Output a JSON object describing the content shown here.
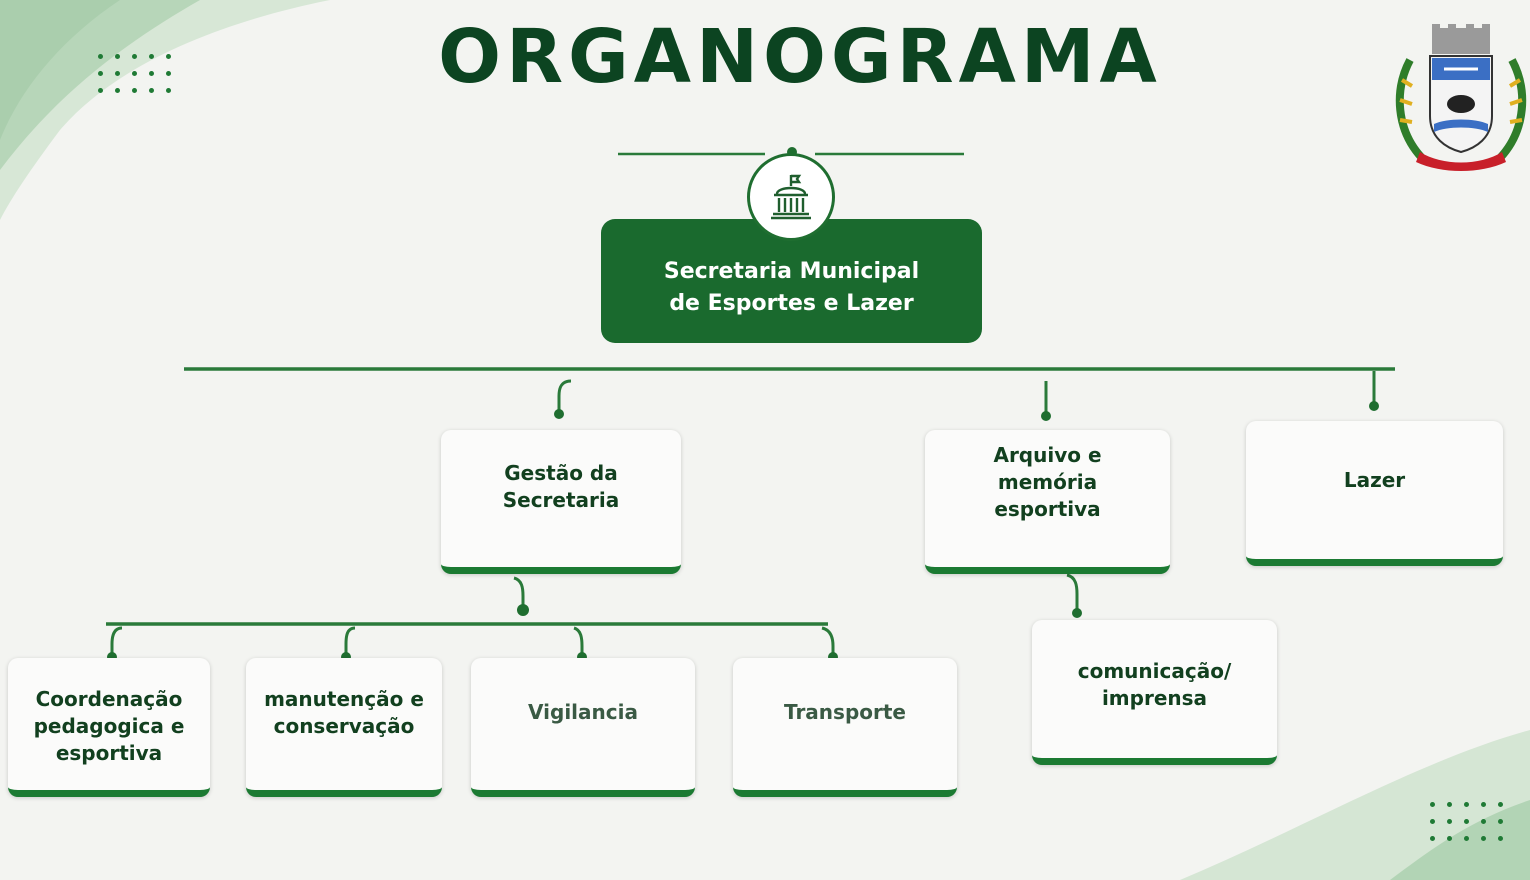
{
  "title": "ORGANOGRAMA",
  "colors": {
    "dark_green": "#0c4421",
    "brand_green": "#1a6a2e",
    "line_green": "#1f7a35",
    "background": "#f3f4f1"
  },
  "root": {
    "label": "Secretaria Municipal de Esportes e Lazer",
    "icon": "government-building-icon"
  },
  "level1": [
    {
      "label": "Gestão da Secretaria"
    },
    {
      "label": "Arquivo e memória esportiva"
    },
    {
      "label": "Lazer"
    }
  ],
  "level2_gestao": [
    {
      "label": "Coordenação pedagogica e esportiva"
    },
    {
      "label": "manutenção e conservação"
    },
    {
      "label": "Vigilancia"
    },
    {
      "label": "Transporte"
    }
  ],
  "level2_arquivo": [
    {
      "label": "comunicação/ imprensa"
    }
  ],
  "crest": {
    "icon": "municipal-coat-of-arms-icon"
  }
}
